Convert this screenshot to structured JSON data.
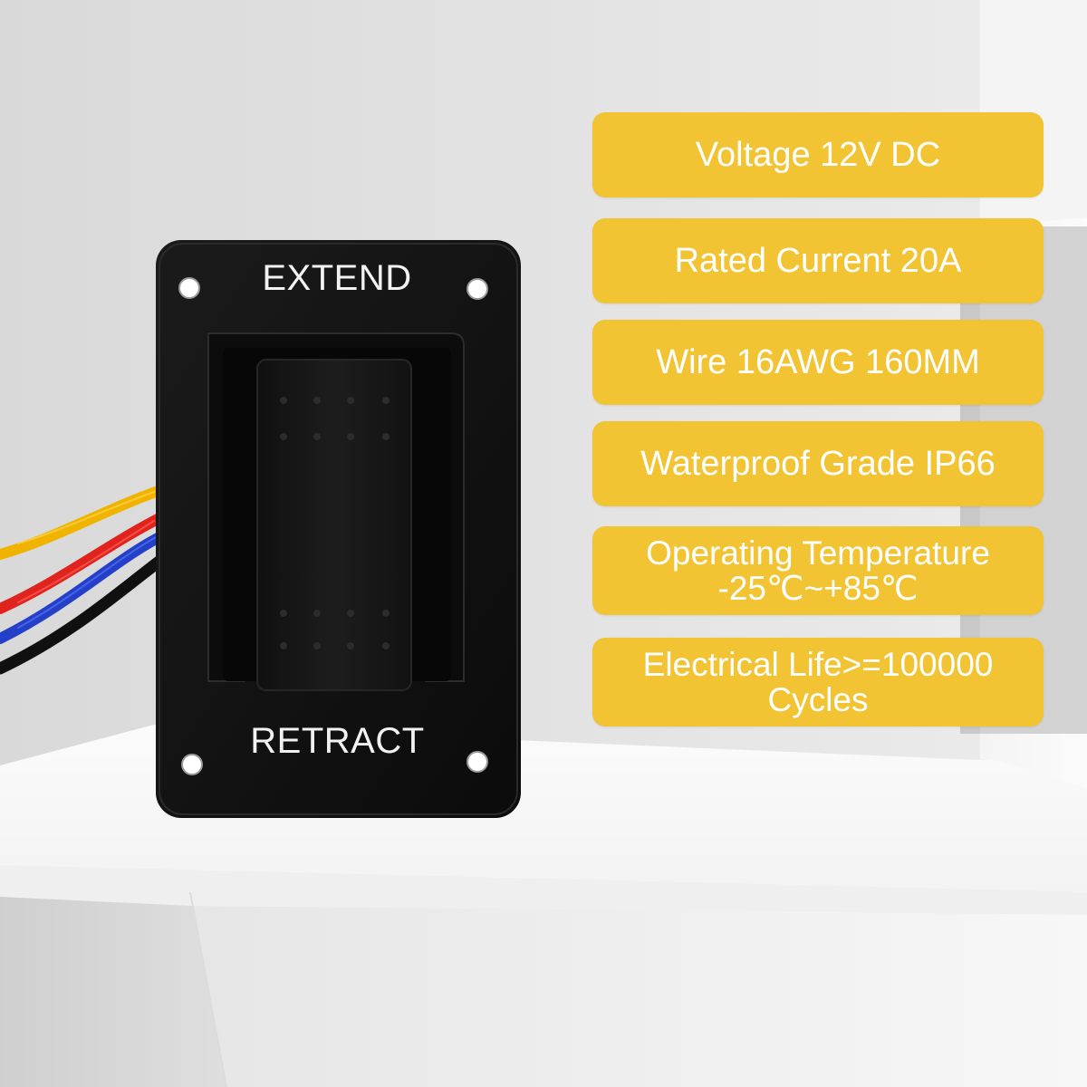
{
  "colors": {
    "card": "#f2c433",
    "card_text": "#ffffff",
    "panel": "#121212",
    "rocker": "#161616",
    "switch_text": "#f2f2f2",
    "wire_yellow": "#f0b400",
    "wire_blue": "#2540c8",
    "wire_red": "#e1231e",
    "wire_black": "#101010"
  },
  "switch": {
    "top_label": "EXTEND",
    "bottom_label": "RETRACT",
    "mounting_holes": 4,
    "icons": [
      "mounting-hole-icon",
      "rocker-dots-icon",
      "wire-bundle-icon"
    ]
  },
  "specs": [
    {
      "lines": [
        "Voltage 12V DC"
      ]
    },
    {
      "lines": [
        "Rated Current 20A"
      ]
    },
    {
      "lines": [
        "Wire 16AWG 160MM"
      ]
    },
    {
      "lines": [
        "Waterproof Grade IP66"
      ]
    },
    {
      "lines": [
        "Operating Temperature",
        "-25℃~+85℃"
      ]
    },
    {
      "lines": [
        "Electrical Life>=100000",
        "Cycles"
      ]
    }
  ]
}
